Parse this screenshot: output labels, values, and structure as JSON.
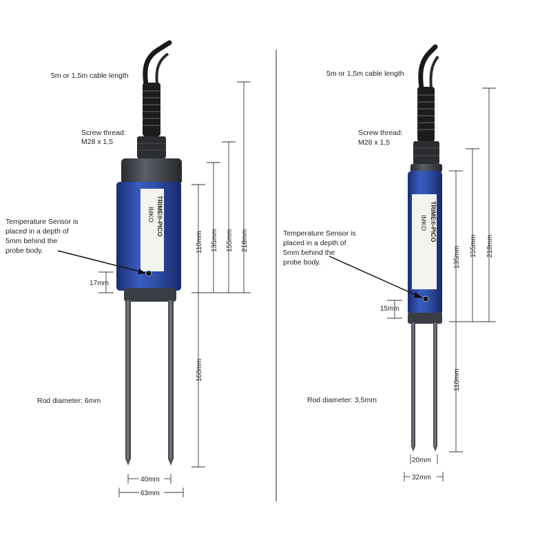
{
  "colors": {
    "probe_blue": "#2f4fa8",
    "probe_blue_dark": "#1d3378",
    "cap_gray": "#3a3d44",
    "rod_gray": "#5c6068",
    "cable_black": "#1a1a1a"
  },
  "left": {
    "cable_label": "5m or 1,5m cable length",
    "thread_line1": "Screw thread:",
    "thread_line2": "M28 x 1,5",
    "temp_line1": "Temperature Sensor is",
    "temp_line2": "placed in a depth of",
    "temp_line3": "5mm behind the",
    "temp_line4": "probe body.",
    "rod_diameter": "Rod diameter: 6mm",
    "brand_model": "TRIME®-PICO",
    "brand_name": "IMKO",
    "dims": {
      "d110": "110mm",
      "d135": "135mm",
      "d155": "155mm",
      "d218": "218mm",
      "d17": "17mm",
      "d160": "160mm",
      "d40": "40mm",
      "d63": "63mm"
    }
  },
  "right": {
    "cable_label": "5m or 1,5m cable length",
    "thread_line1": "Screw thread:",
    "thread_line2": "M28 x 1,5",
    "temp_line1": "Temperature Sensor is",
    "temp_line2": "placed in a depth of",
    "temp_line3": "5mm behind the",
    "temp_line4": "probe body.",
    "rod_diameter": "Rod diameter: 3,5mm",
    "brand_model": "TRIME®-PICO",
    "brand_name": "IMKO",
    "dims": {
      "d135": "135mm",
      "d155": "155mm",
      "d218": "218mm",
      "d15": "15mm",
      "d110": "110mm",
      "d20": "20mm",
      "d32": "32mm"
    }
  }
}
